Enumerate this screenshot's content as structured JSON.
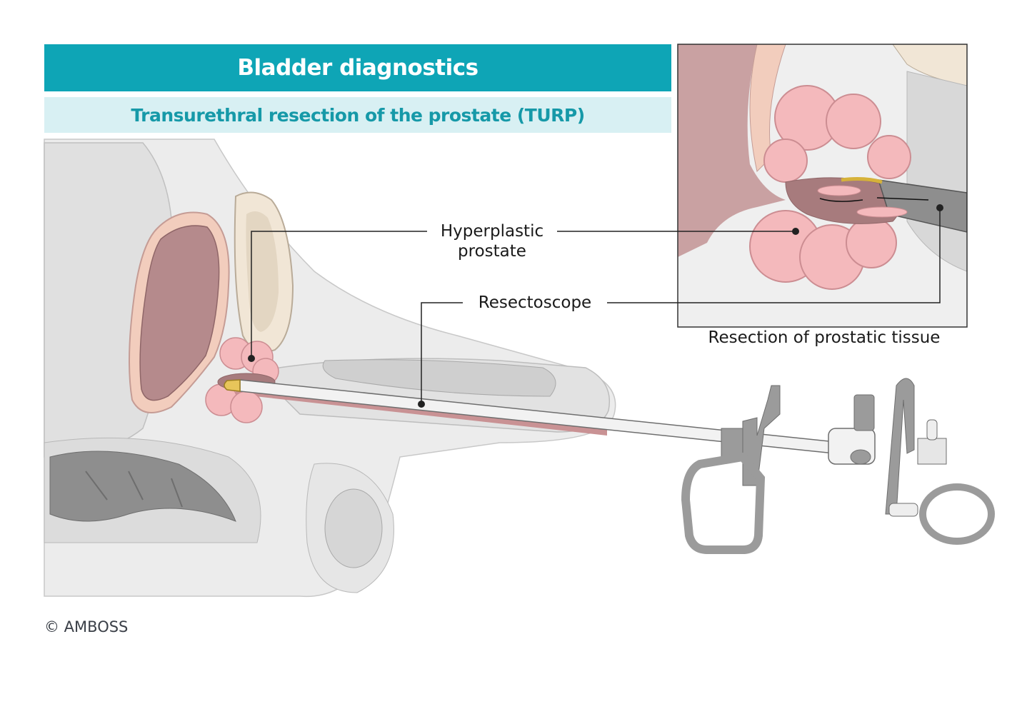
{
  "header": {
    "title": "Bladder diagnostics",
    "subtitle": "Transurethral resection of the prostate (TURP)"
  },
  "labels": {
    "hyperplastic_prostate_line1": "Hyperplastic",
    "hyperplastic_prostate_line2": "prostate",
    "resectoscope": "Resectoscope"
  },
  "inset": {
    "caption": "Resection of prostatic tissue"
  },
  "footer": {
    "copyright": "© AMBOSS"
  },
  "colors": {
    "header_bg": "#0ea5b6",
    "subheader_bg": "#d8f0f3",
    "subheader_text": "#1699a8",
    "prostate": "#f4b9bc",
    "bladder": "#b58a8c",
    "instrument": "#9b9b9b"
  }
}
